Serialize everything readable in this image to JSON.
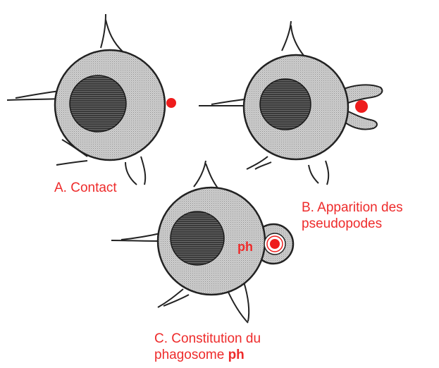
{
  "labels": {
    "a": "A. Contact",
    "b_line1": "B. Apparition des",
    "b_line2": "pseudopodes",
    "c_line1": "C. Constitution du",
    "c_line2_prefix": "phagosome ",
    "c_line2_bold": "ph",
    "ph": "ph"
  },
  "colors": {
    "label": "#ee2b2b",
    "particle": "#ee1c1c",
    "cytoplasm": "#c9c9c9",
    "nucleus": "#444444",
    "outline": "#222222"
  }
}
